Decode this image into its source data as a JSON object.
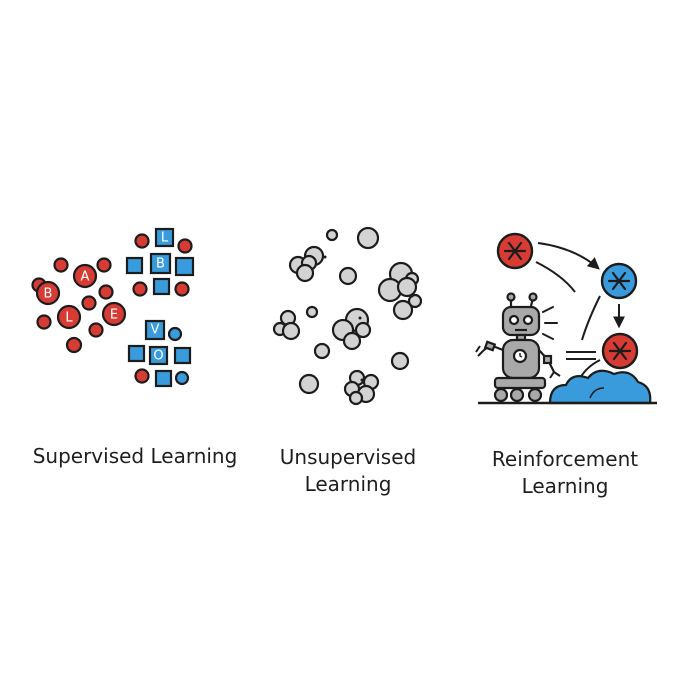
{
  "colors": {
    "red": "#d63b34",
    "blue": "#3a9bdc",
    "gray": "#d3d3d3",
    "robot": "#a9a9a9",
    "ink": "#1c1c1c"
  },
  "supervised": {
    "caption": "Supervised Learning",
    "red_letters": [
      "B",
      "A",
      "L",
      "E"
    ],
    "blue_letters": [
      "L",
      "B",
      "V",
      "O"
    ]
  },
  "unsupervised": {
    "caption_line1": "Unsupervised",
    "caption_line2": "Learning"
  },
  "reinforcement": {
    "caption_line1": "Reinforcement",
    "caption_line2": "Learning"
  }
}
